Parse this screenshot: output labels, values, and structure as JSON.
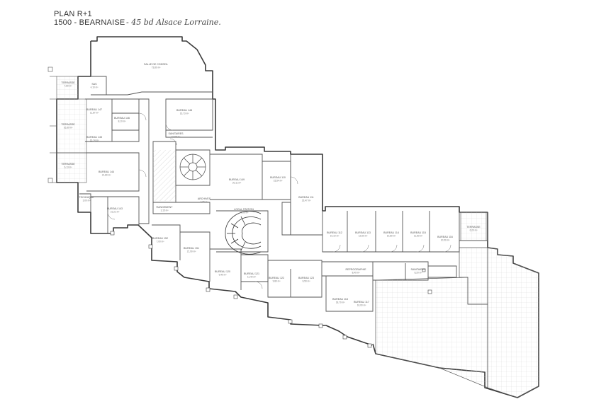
{
  "header": {
    "plan": "PLAN R+1",
    "project": "1500 - BEARNAISE",
    "address_note": "- 45 bd Alsace Lorraine."
  },
  "rooms": [
    {
      "label": "SALLE DE CONSEIL",
      "area": "73,80 m²"
    },
    {
      "label": "TERRASSE",
      "area": "7,80 m²"
    },
    {
      "label": "TERRASSE",
      "area": "16,80 m²"
    },
    {
      "label": "TERRASSE",
      "area": "6,13 m²"
    },
    {
      "label": "SAS",
      "area": "4,10 m²"
    },
    {
      "label": "BUREAU 147",
      "area": "11,87 m²"
    },
    {
      "label": "BUREAU 146",
      "area": "8,10 m²"
    },
    {
      "label": "BUREAU 145",
      "area": "16,74 m²"
    },
    {
      "label": "BUREAU 148",
      "area": "16,73 m²"
    },
    {
      "label": "SANITAIRES",
      "area": "10,59 m²"
    },
    {
      "label": "BUREAU 144",
      "area": "21,80 m²"
    },
    {
      "label": "TECHNIQUE",
      "area": "3,00 m²"
    },
    {
      "label": "BUREAU 143",
      "area": "21,21 m²"
    },
    {
      "label": "RANGEMENT",
      "area": "3,15 m²"
    },
    {
      "label": "ARCHIVES",
      "area": "2,65 m²"
    },
    {
      "label": "BUREAU 149",
      "area": "20,11 m²"
    },
    {
      "label": "BUREAU 110",
      "area": "15,54 m²"
    },
    {
      "label": "BUREAU 111",
      "area": "23,47 m²"
    },
    {
      "label": "LOCAL STATION",
      "area": "24,00 m²"
    },
    {
      "label": "BUREAU 152",
      "area": "7,00 m²"
    },
    {
      "label": "BUREAU 151",
      "area": "21,90 m²"
    },
    {
      "label": "BUREAU 120",
      "area": "9,40 m²"
    },
    {
      "label": "BUREAU 121",
      "area": "11,40 m²"
    },
    {
      "label": "BUREAU 122",
      "area": "9,80 m²"
    },
    {
      "label": "BUREAU 123",
      "area": "6,50 m²"
    },
    {
      "label": "BUREAU 112",
      "area": "10,10 m²"
    },
    {
      "label": "BUREAU 113",
      "area": "12,50 m²"
    },
    {
      "label": "BUREAU 114",
      "area": "10,80 m²"
    },
    {
      "label": "BUREAU 115",
      "area": "11,50 m²"
    },
    {
      "label": "BUREAU 116",
      "area": "10,50 m²"
    },
    {
      "label": "TERRASSE",
      "area": "6,20 m²"
    },
    {
      "label": "REPROGRAPHIE",
      "area": "8,40 m²"
    },
    {
      "label": "SANITAIRES",
      "area": "8,20 m²"
    },
    {
      "label": "BUREAU 118",
      "area": "18,70 m²"
    },
    {
      "label": "BUREAU 117",
      "area": "16,00 m²"
    }
  ]
}
